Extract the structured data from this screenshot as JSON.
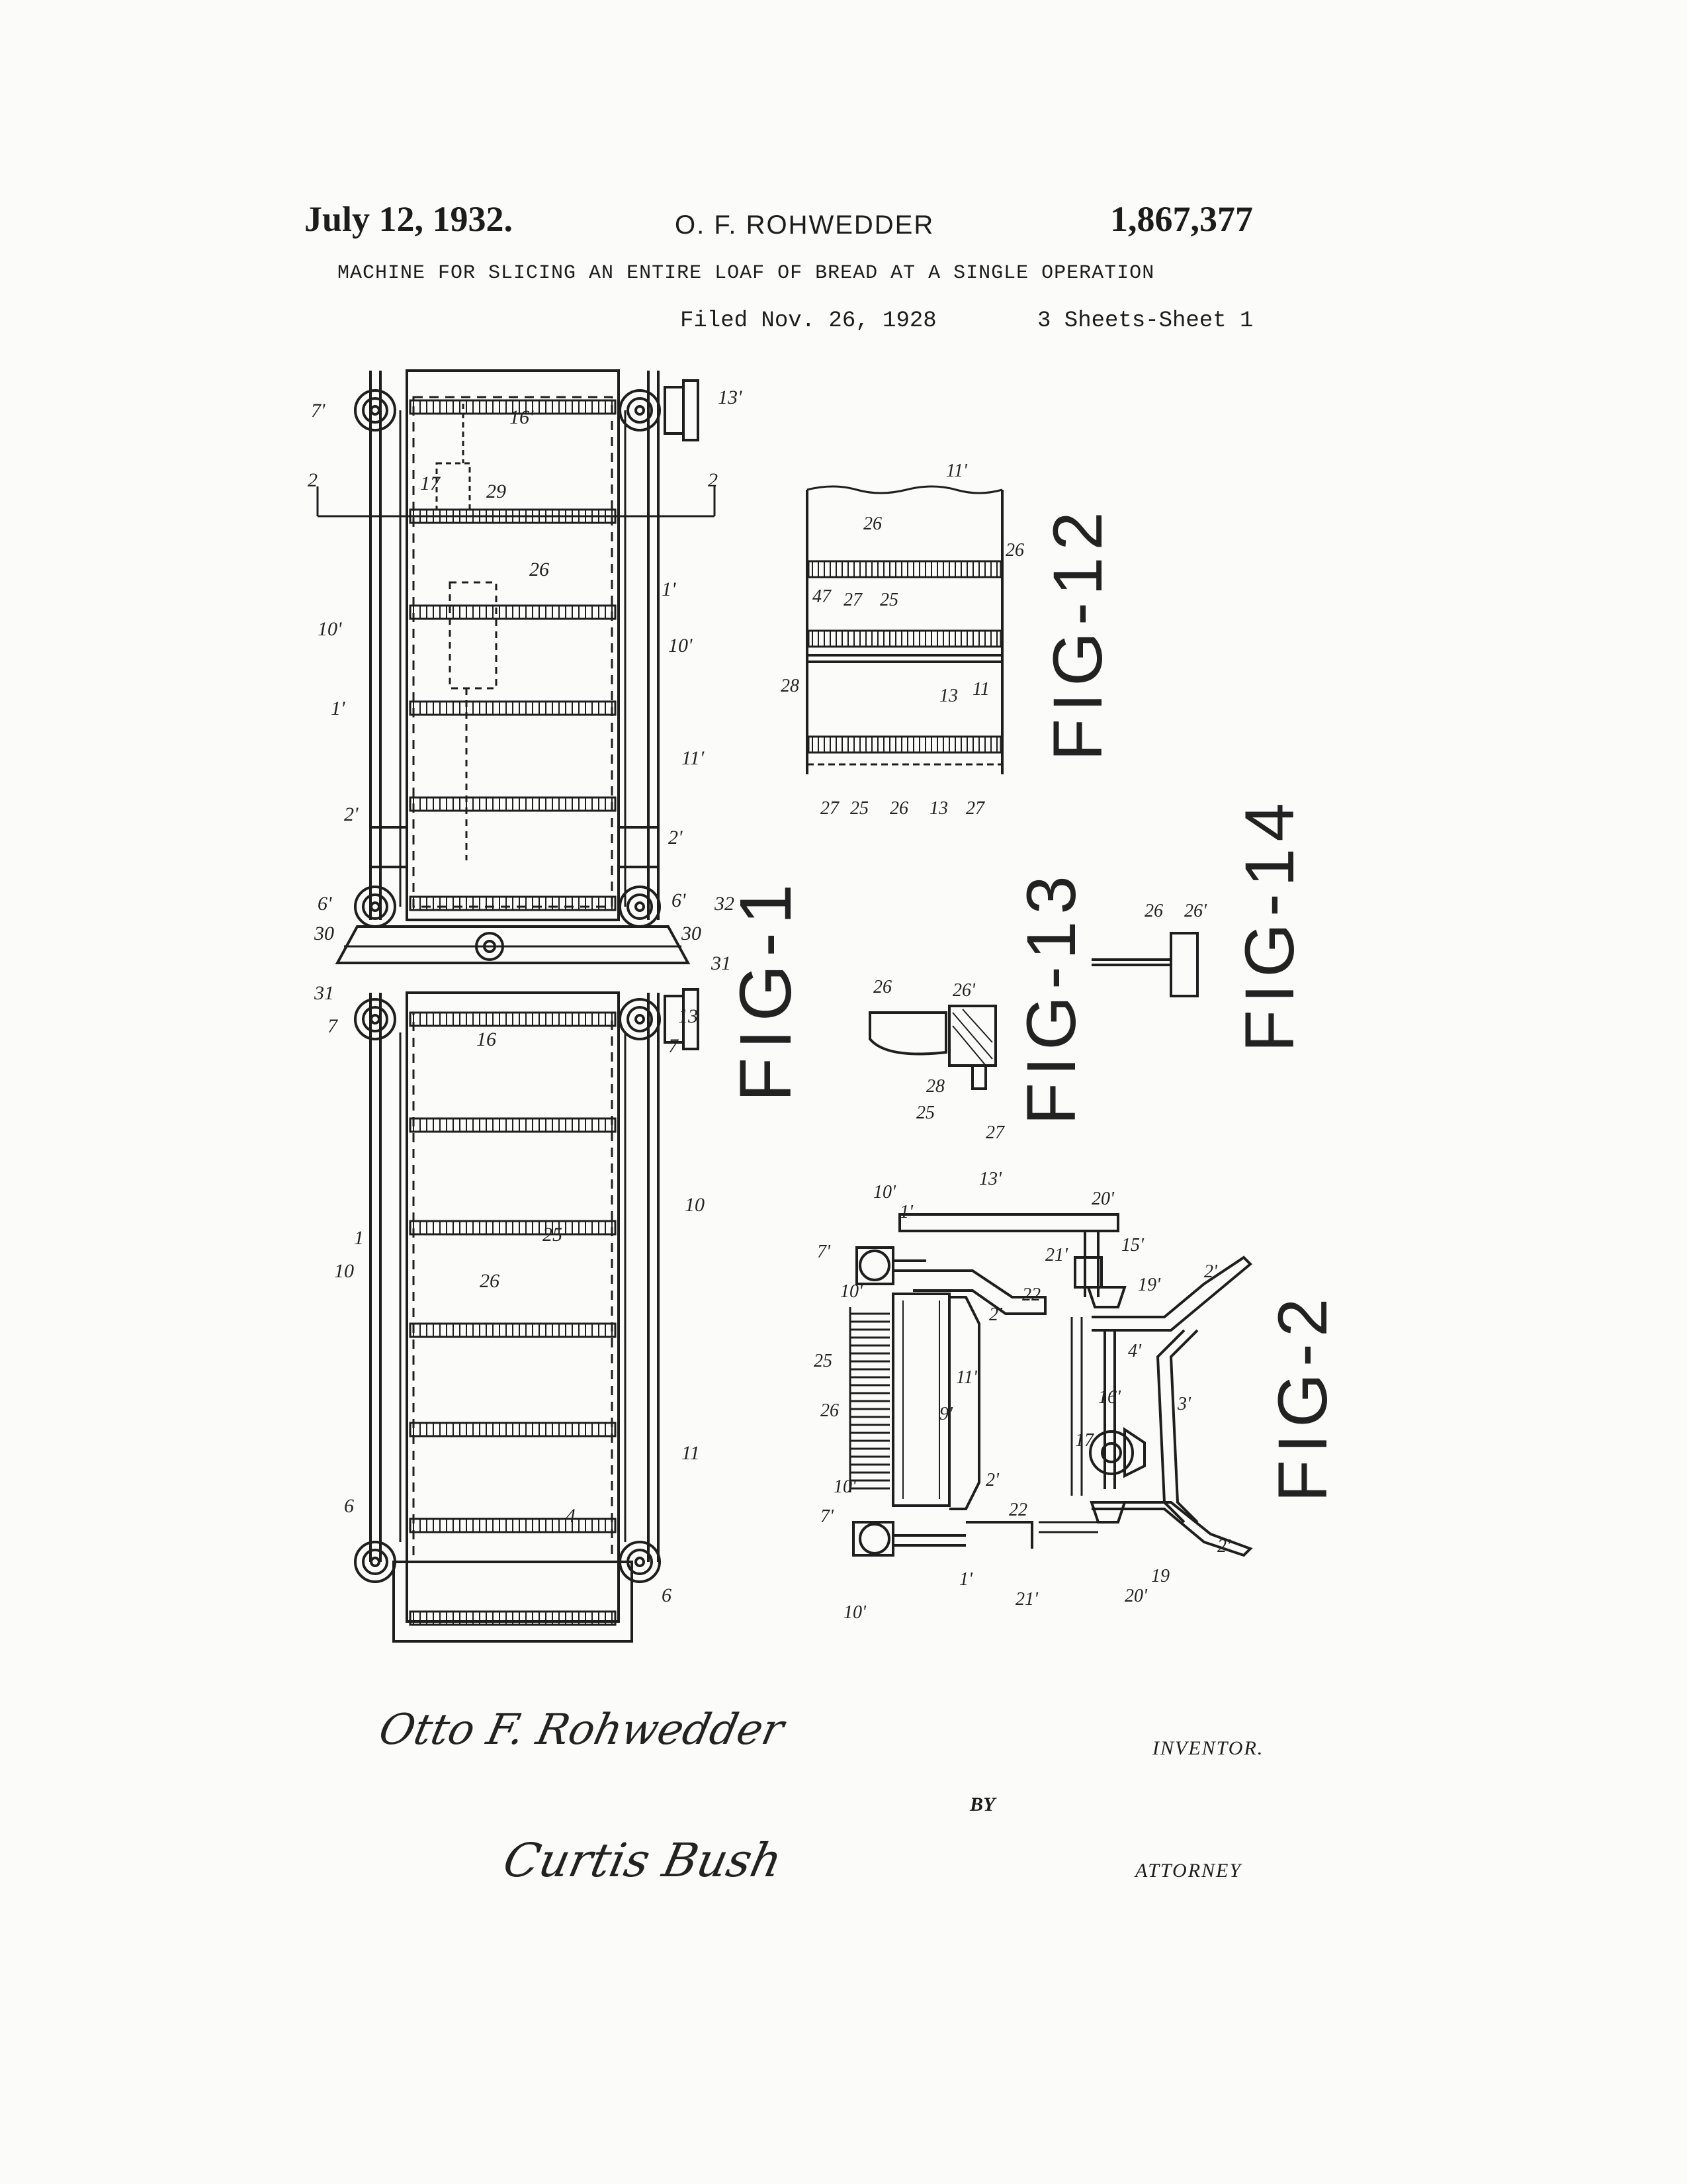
{
  "header": {
    "date": "July 12, 1932.",
    "inventor_name": "O. F. ROHWEDDER",
    "patent_number": "1,867,377",
    "title": "MACHINE FOR SLICING AN ENTIRE LOAF OF BREAD AT A SINGLE OPERATION",
    "filed": "Filed Nov. 26, 1928",
    "sheets": "3 Sheets-Sheet  1"
  },
  "figures": {
    "fig1": "FIG-1",
    "fig2": "FIG-2",
    "fig12": "FIG-12",
    "fig13": "FIG-13",
    "fig14": "FIG-14"
  },
  "labels": {
    "fig1": [
      "7'",
      "13'",
      "2",
      "2",
      "16'",
      "17",
      "29",
      "1'",
      "26",
      "10'",
      "10'",
      "1'",
      "11'",
      "2'",
      "2'",
      "6'",
      "6'",
      "32",
      "30",
      "30",
      "31",
      "31",
      "7",
      "7",
      "13",
      "16",
      "10",
      "10",
      "1",
      "25",
      "26",
      "11",
      "4",
      "6",
      "6",
      "7'"
    ],
    "fig12": [
      "11'",
      "26",
      "26",
      "47",
      "27",
      "25",
      "26",
      "28",
      "13",
      "11",
      "27",
      "25",
      "26",
      "13",
      "27"
    ],
    "fig13": [
      "26",
      "26'",
      "28",
      "25",
      "27"
    ],
    "fig14": [
      "26",
      "26'"
    ],
    "fig2": [
      "13'",
      "10'",
      "1'",
      "7'",
      "20'",
      "21'",
      "15'",
      "22",
      "19'",
      "2'",
      "10'",
      "2'",
      "4'",
      "25",
      "11'",
      "26",
      "9'",
      "16'",
      "3'",
      "17",
      "10'",
      "2'",
      "7'",
      "22",
      "1'",
      "21'",
      "20'",
      "19",
      "2'",
      "10'"
    ]
  },
  "signatures": {
    "inventor_signature": "Otto F. Rohwedder",
    "inventor_role": "INVENTOR.",
    "by": "BY",
    "attorney_signature": "Curtis Bush",
    "attorney_role": "ATTORNEY"
  }
}
